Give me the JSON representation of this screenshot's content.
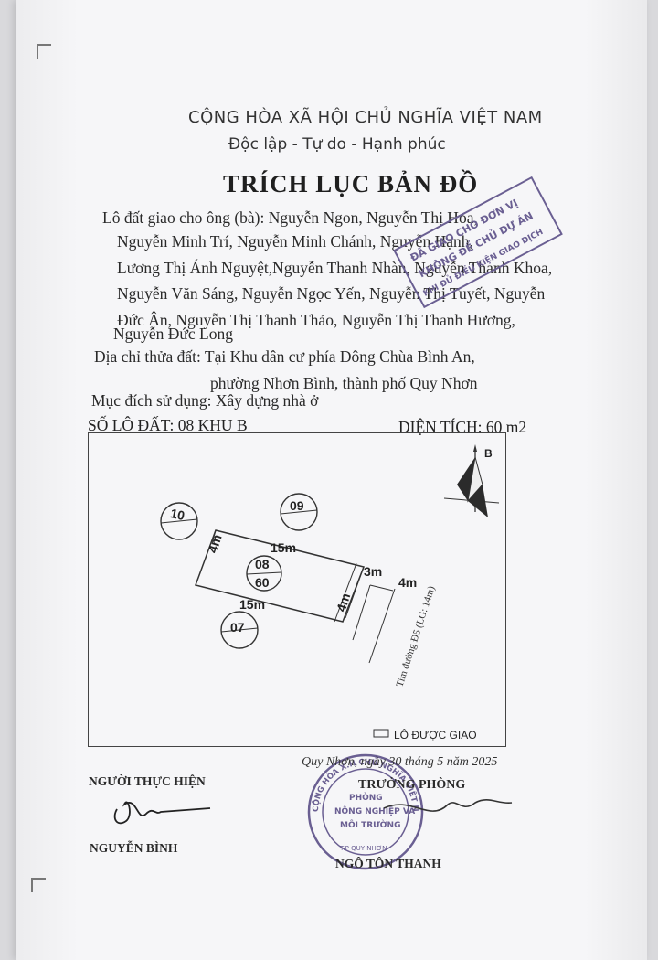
{
  "header": {
    "national_name": "CỘNG HÒA XÃ HỘI CHỦ NGHĨA VIỆT NAM",
    "motto": "Độc lập - Tự do - Hạnh phúc",
    "title": "TRÍCH LỤC BẢN ĐỒ"
  },
  "owners": {
    "lines": [
      "Lô đất giao cho ông (bà): Nguyễn Ngon, Nguyễn Thị Hoa,",
      "Nguyễn Minh Trí, Nguyễn Minh Chánh, Nguyễn Hạnh,",
      "Lương Thị Ánh Nguyệt,Nguyễn Thanh Nhàn, Nguyễn Thanh Khoa,",
      "Nguyễn Văn Sáng, Nguyễn Ngọc Yến, Nguyễn Thị Tuyết, Nguyễn",
      "Đức Ân, Nguyễn Thị Thanh Thảo, Nguyễn Thị Thanh Hương,",
      "Nguyễn Đức Long"
    ]
  },
  "address": {
    "line1": "Địa chỉ thửa đất: Tại Khu dân cư phía Đông Chùa Bình An,",
    "line2": "phường Nhơn Bình, thành phố Quy Nhơn"
  },
  "purpose": "Mục đích sử dụng: Xây dựng nhà ở",
  "lot_number": "SỐ LÔ ĐẤT: 08 KHU B",
  "area": "DIỆN TÍCH: 60 m2",
  "map": {
    "north_label": "B",
    "neighbor_lots": [
      "10",
      "09",
      "07"
    ],
    "lot_number": "08",
    "lot_area": "60",
    "side_length_long": "15m",
    "side_length_short": "4m",
    "setback": "3m",
    "road_half": "4m",
    "road_label": "Tim đường Đ5 (LG: 14m)",
    "legend": "LÔ ĐƯỢC GIAO",
    "colors": {
      "lines": "#333333",
      "stamp": "#6a5f92"
    }
  },
  "signatures": {
    "date_line": "Quy Nhơn, ngày 30 tháng 5 năm 2025",
    "left_title": "NGƯỜI THỰC HIỆN",
    "left_name": "NGUYỄN BÌNH",
    "right_title": "TRƯỞNG PHÒNG",
    "right_name": "NGÔ TÔN THANH"
  },
  "stamps": {
    "round_seal_lines": [
      "CỘNG HÒA X.H CHỦ NGHĨA VIỆT NAM",
      "PHÒNG",
      "NÔNG NGHIỆP VÀ",
      "MÔI TRƯỜNG",
      "T.P QUY NHƠN"
    ],
    "rect_stamp_lines": [
      "ĐÃ GIAO CHO ĐƠN VỊ",
      "KHÔNG ĐỂ CHỦ DỰ ÁN",
      "KHI ĐỦ ĐIỀU KIỆN GIAO DỊCH"
    ]
  }
}
